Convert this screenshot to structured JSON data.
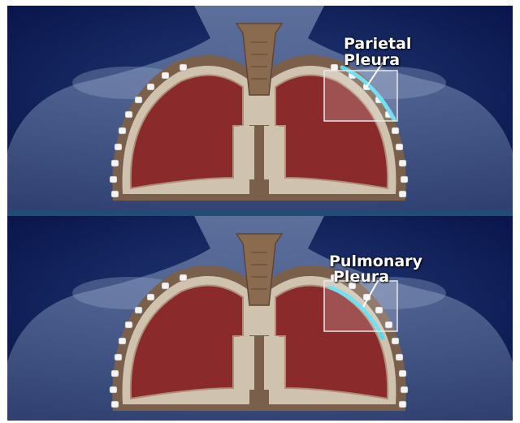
{
  "panels": [
    {
      "label_line1": "Parietal",
      "label_line2": "Pleura",
      "highlight": "parietal"
    },
    {
      "label_line1": "Pulmonary",
      "label_line2": "Pleura",
      "highlight": "pulmonary"
    }
  ],
  "colors": {
    "background": "#0b1a55",
    "body": "#6f84a8",
    "chest_wall": "#7a5f4a",
    "pleura_band": "#cfc3b0",
    "lung": "#8a2a2a",
    "trachea": "#8b6b4f",
    "highlight": "#55d8f0",
    "rib": "#f4f4f4",
    "divider": "#1e4e73"
  }
}
